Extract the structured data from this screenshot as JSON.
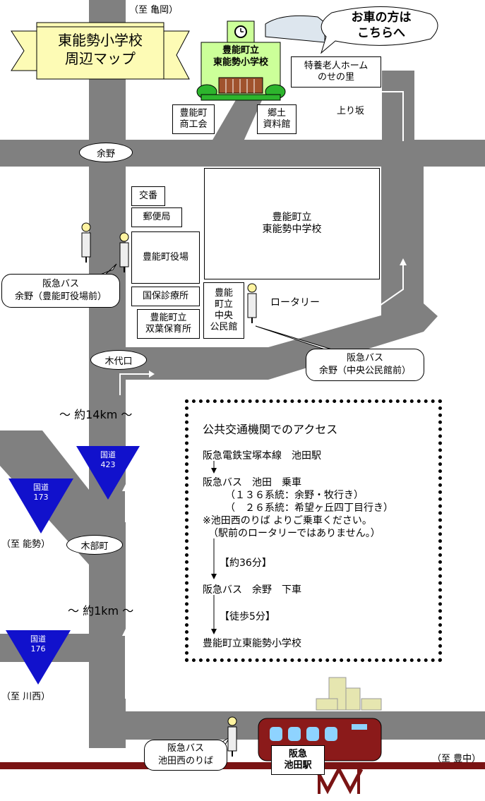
{
  "title": "東能勢小学校\n周辺マップ",
  "directions": {
    "kameoka": "（至 亀岡）",
    "nose": "（至 能勢）",
    "kawanishi": "（至 川西）",
    "toyonaka": "（至 豊中）"
  },
  "car_notice": "お車の方は\nこちらへ",
  "places": {
    "school": "豊能町立\n東能勢小学校",
    "nursing_home": "特養老人ホーム\nのせの里",
    "commerce": "豊能町\n商工会",
    "museum": "郷土\n資料館",
    "koban": "交番",
    "post_office": "郵便局",
    "town_hall": "豊能町役場",
    "clinic": "国保診療所",
    "nursery": "豊能町立\n双葉保育所",
    "community_hall": "豊能\n町立\n中央\n公民館",
    "junior_high": "豊能町立\n東能勢中学校",
    "station": "阪急\n池田駅"
  },
  "labels": {
    "uphill": "上り坂",
    "rotary": "ロータリー"
  },
  "area_names": {
    "yono": "余野",
    "kishiroguchi": "木代口",
    "kibecho": "木部町"
  },
  "bus_stops": {
    "town_hall_stop": "阪急バス\n余野（豊能町役場前）",
    "community_hall_stop": "阪急バス\n余野（中央公民館前）",
    "ikeda_stop": "阪急バス\n池田西のりば"
  },
  "distances": {
    "far": "〜 約14km 〜",
    "near": "〜 約1km 〜"
  },
  "routes": [
    {
      "label": "国道\n423"
    },
    {
      "label": "国道\n173"
    },
    {
      "label": "国道\n176"
    }
  ],
  "access": {
    "heading": "公共交通機関でのアクセス",
    "line1": "阪急電鉄宝塚本線　池田駅",
    "line2": "阪急バス　池田　乗車",
    "line3": "（１３６系統：余野・牧行き）",
    "line4": "（　２６系統：希望ヶ丘四丁目行き）",
    "line5": "※池田西のりば よりご乗車ください。",
    "line6": "（駅前のロータリーではありません。）",
    "time1": "【約36分】",
    "line7": "阪急バス　余野　下車",
    "time2": "【徒歩5分】",
    "line8": "豊能町立東能勢小学校"
  },
  "colors": {
    "road": "#808080",
    "route_sign": "#1111cc",
    "banner": "#fdfbb5",
    "school_green": "#ccff99",
    "tree_green": "#2db52d",
    "train": "#8b1a1a",
    "rail": "#7a1414"
  }
}
